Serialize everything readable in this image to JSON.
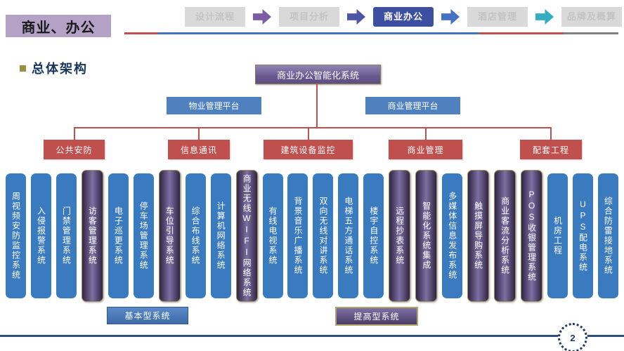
{
  "slide": {
    "title": "商业、办公",
    "section_heading": "总体架构",
    "page_number": "2"
  },
  "nav": {
    "tabs": [
      {
        "label": "设计流程",
        "active": false
      },
      {
        "label": "项目分析",
        "active": false
      },
      {
        "label": "商业办公",
        "active": true
      },
      {
        "label": "酒店管理",
        "active": false
      },
      {
        "label": "品牌及概算",
        "active": false
      }
    ]
  },
  "chart": {
    "root": "商业办公智能化系统",
    "platforms": [
      "物业管理平台",
      "商业管理平台"
    ],
    "categories": [
      "公共安防",
      "信息通讯",
      "建筑设备监控",
      "商业管理",
      "配套工程"
    ],
    "systems": [
      {
        "label": "周视频安防监控系统",
        "type": "basic"
      },
      {
        "label": "入侵报警系统",
        "type": "basic"
      },
      {
        "label": "门禁管理系统",
        "type": "basic"
      },
      {
        "label": "访客管理系统",
        "type": "enhanced"
      },
      {
        "label": "电子巡更系统",
        "type": "basic"
      },
      {
        "label": "停车场管理系统",
        "type": "basic"
      },
      {
        "label": "车位引导系统",
        "type": "enhanced"
      },
      {
        "label": "综合布线系统",
        "type": "basic"
      },
      {
        "label": "计算机网络系统",
        "type": "basic"
      },
      {
        "label": "商业无线WIFI网络系统",
        "type": "enhanced"
      },
      {
        "label": "有线电视系统",
        "type": "basic"
      },
      {
        "label": "背景音乐广播系统",
        "type": "basic"
      },
      {
        "label": "双向无线对讲系统",
        "type": "basic"
      },
      {
        "label": "电梯五方通话系统",
        "type": "basic"
      },
      {
        "label": "楼宇自控系统",
        "type": "basic"
      },
      {
        "label": "远程抄表系统",
        "type": "enhanced"
      },
      {
        "label": "智能化系统集成",
        "type": "enhanced"
      },
      {
        "label": "多媒体信息发布系统",
        "type": "basic"
      },
      {
        "label": "触摸屏导购系统",
        "type": "enhanced"
      },
      {
        "label": "商业客流分析系统",
        "type": "enhanced"
      },
      {
        "label": "POS收银管理系统",
        "type": "enhanced"
      },
      {
        "label": "机房工程",
        "type": "basic"
      },
      {
        "label": "UPS配电系统",
        "type": "basic"
      },
      {
        "label": "综合防雷接地系统",
        "type": "basic"
      }
    ],
    "legend": [
      {
        "label": "基本型系统",
        "type": "basic"
      },
      {
        "label": "提高型系统",
        "type": "enhanced"
      }
    ]
  },
  "colors": {
    "accent_red": "#C0504D",
    "platform_blue": "#4E81BD",
    "basic_blue": "#3A7ABF",
    "enhanced_purple_dark": "#2F2542",
    "enhanced_purple_light": "#7E6FA3",
    "nav_active": "#3C4FA0",
    "title_purple": "#B3A2C6",
    "footer_navy": "#1F3864",
    "arrows": [
      "#7B5CA6",
      "#4D55A6",
      "#4472C4",
      "#33AEC2"
    ]
  }
}
